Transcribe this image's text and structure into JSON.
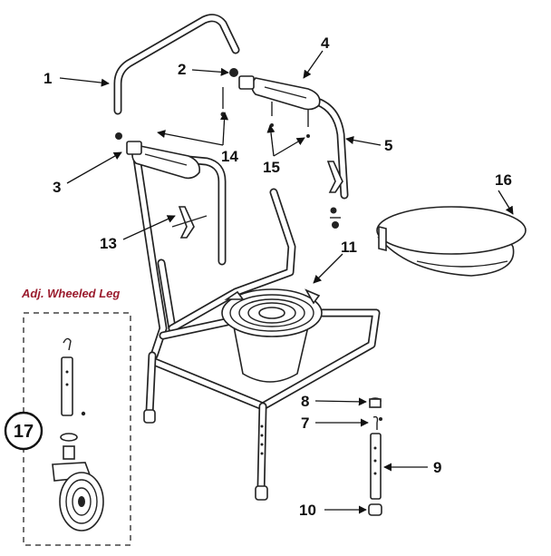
{
  "inset": {
    "title": "Adj. Wheeled Leg",
    "title_color": "#9b1c2e",
    "part_number": "17"
  },
  "callouts": [
    {
      "id": "1",
      "label": "1"
    },
    {
      "id": "2",
      "label": "2"
    },
    {
      "id": "3",
      "label": "3"
    },
    {
      "id": "4",
      "label": "4"
    },
    {
      "id": "5",
      "label": "5"
    },
    {
      "id": "7",
      "label": "7"
    },
    {
      "id": "8",
      "label": "8"
    },
    {
      "id": "9",
      "label": "9"
    },
    {
      "id": "10",
      "label": "10"
    },
    {
      "id": "11",
      "label": "11"
    },
    {
      "id": "13",
      "label": "13"
    },
    {
      "id": "14",
      "label": "14"
    },
    {
      "id": "15",
      "label": "15"
    },
    {
      "id": "16",
      "label": "16"
    }
  ],
  "icons": {
    "frame": "commode-frame",
    "backrest": "backrest-bar",
    "armrest": "armrest-pad",
    "pail": "commode-pail",
    "lid": "lid",
    "leg": "extension-leg",
    "wheel": "caster-wheel"
  }
}
